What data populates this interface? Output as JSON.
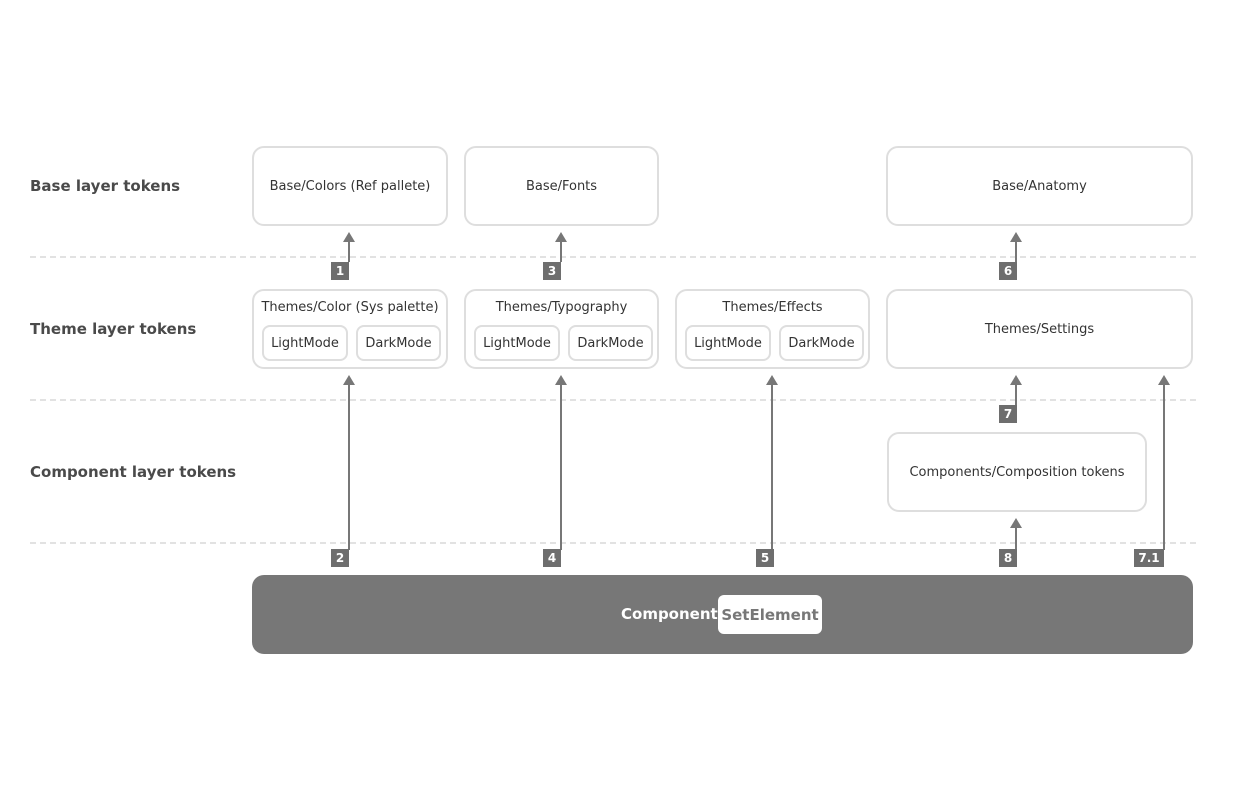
{
  "layers": {
    "base": "Base layer tokens",
    "theme": "Theme layer tokens",
    "component": "Component layer tokens"
  },
  "base": {
    "colors": "Base/Colors (Ref pallete)",
    "fonts": "Base/Fonts",
    "anatomy": "Base/Anatomy"
  },
  "theme": {
    "color": {
      "title": "Themes/Color (Sys palette)",
      "light": "LightMode",
      "dark": "DarkMode"
    },
    "typography": {
      "title": "Themes/Typography",
      "light": "LightMode",
      "dark": "DarkMode"
    },
    "effects": {
      "title": "Themes/Effects",
      "light": "LightMode",
      "dark": "DarkMode"
    },
    "settings": "Themes/Settings"
  },
  "components": {
    "composition": "Components/Composition tokens"
  },
  "component_bar": {
    "label": "Component",
    "chip": "SetElement"
  },
  "steps": [
    "1",
    "2",
    "3",
    "4",
    "5",
    "6",
    "7",
    "7.1",
    "8"
  ],
  "colors": {
    "border": "#dedede",
    "badge": "#6e6e6e",
    "arrow": "#777777",
    "component_fill": "#777777"
  }
}
